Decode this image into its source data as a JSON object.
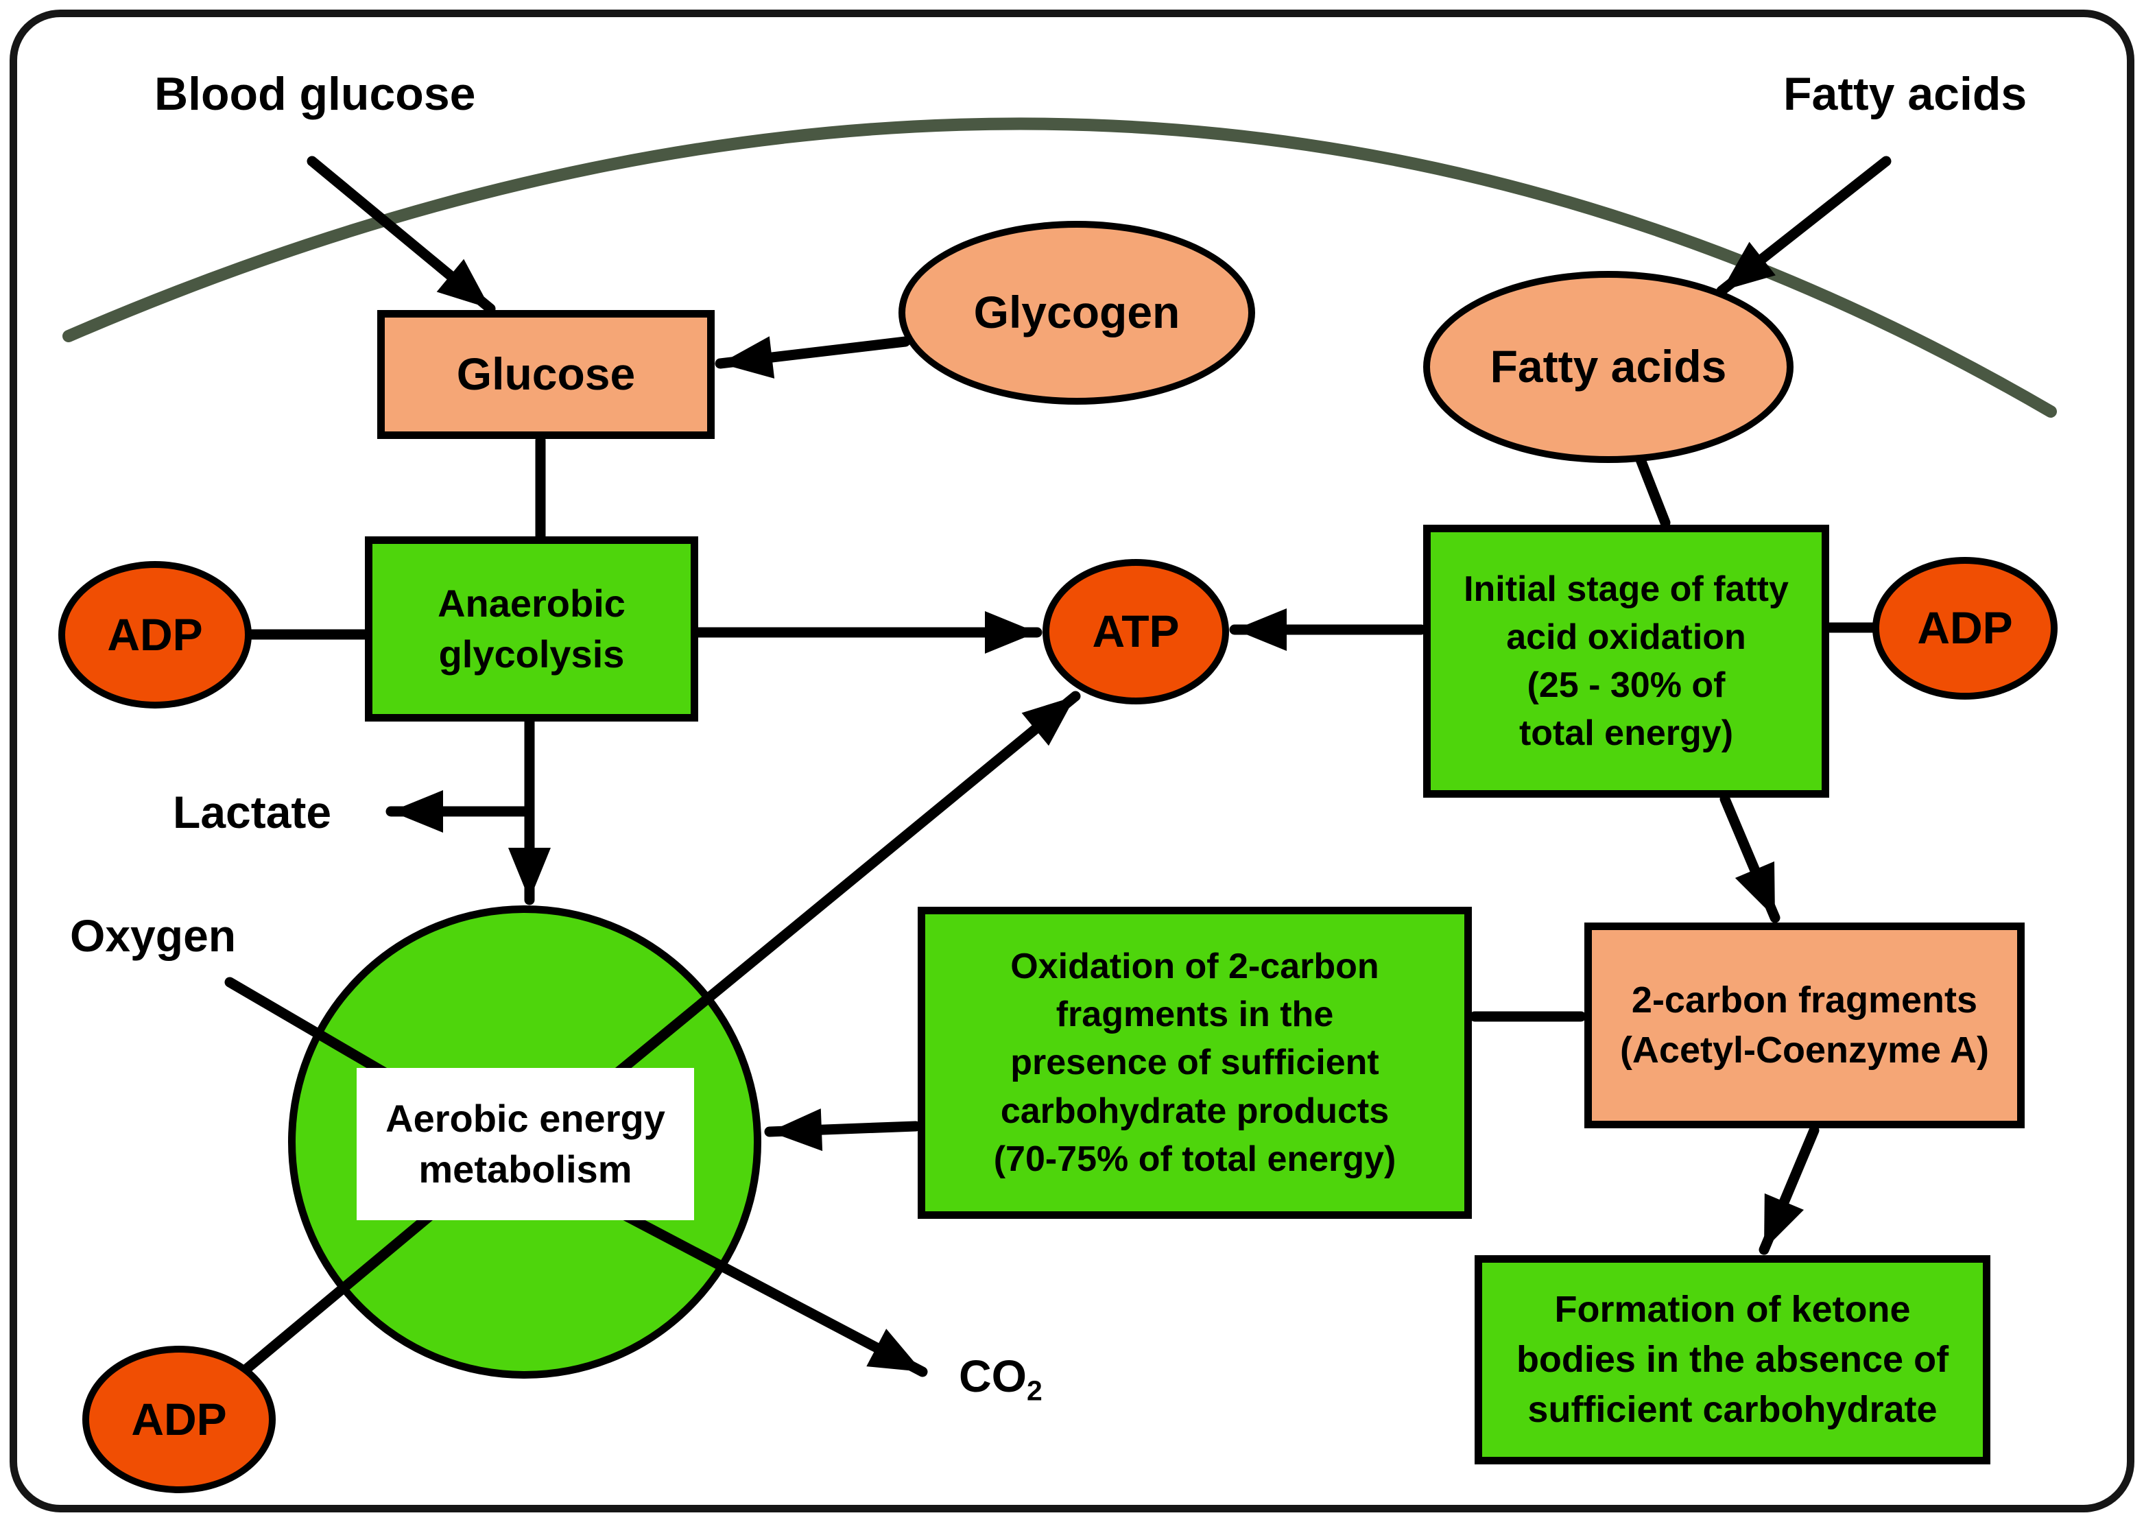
{
  "colors": {
    "peach": "#F5A676",
    "green": "#4ED50C",
    "orange": "#F04E03",
    "arc": "#4A5843",
    "ink": "#000000"
  },
  "labels": {
    "blood_glucose": "Blood glucose",
    "fatty_acids_top": "Fatty acids",
    "lactate": "Lactate",
    "oxygen": "Oxygen",
    "co2_base": "CO",
    "co2_sub": "2"
  },
  "nodes": {
    "glucose": "Glucose",
    "glycogen": "Glycogen",
    "fatty_acids": "Fatty acids",
    "adp_left": "ADP",
    "adp_right": "ADP",
    "adp_bottom": "ADP",
    "atp": "ATP",
    "anaerobic_glycolysis": "Anaerobic\nglycolysis",
    "aerobic_metabolism": "Aerobic energy\nmetabolism",
    "initial_fatty_oxidation": "Initial stage of fatty\nacid oxidation\n(25 - 30% of\ntotal energy)",
    "oxidation_2carbon": "Oxidation of 2-carbon\nfragments in the\npresence of sufficient\ncarbohydrate products\n(70-75% of total energy)",
    "two_carbon_fragments": "2-carbon fragments\n(Acetyl-Coenzyme A)",
    "ketone_bodies": "Formation of ketone\nbodies in the absence of\nsufficient carbohydrate"
  }
}
